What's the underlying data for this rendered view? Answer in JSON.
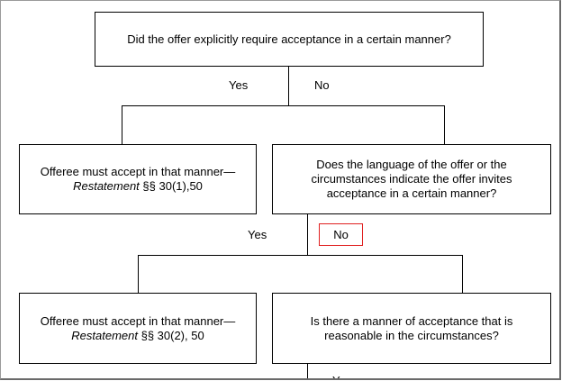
{
  "nodes": {
    "q1": "Did the offer explicitly require acceptance in a certain manner?",
    "a1": {
      "line1": "Offeree must  accept in that manner—",
      "cite_italic": "Restatement",
      "cite_rest": " §§ 30(1),50"
    },
    "q2": "Does the language of the offer or the circumstances indicate the offer invites acceptance in a certain manner?",
    "a2": {
      "line1": "Offeree must accept in that manner—",
      "cite_italic": "Restatement",
      "cite_rest": " §§ 30(2), 50"
    },
    "q3": "Is there a manner of acceptance that is reasonable in the circumstances?"
  },
  "edges": {
    "q1_yes": "Yes",
    "q1_no": "No",
    "q2_yes": "Yes",
    "q2_no": "No",
    "q3_partial": "Y"
  },
  "colors": {
    "selected_border": "#e02020"
  }
}
